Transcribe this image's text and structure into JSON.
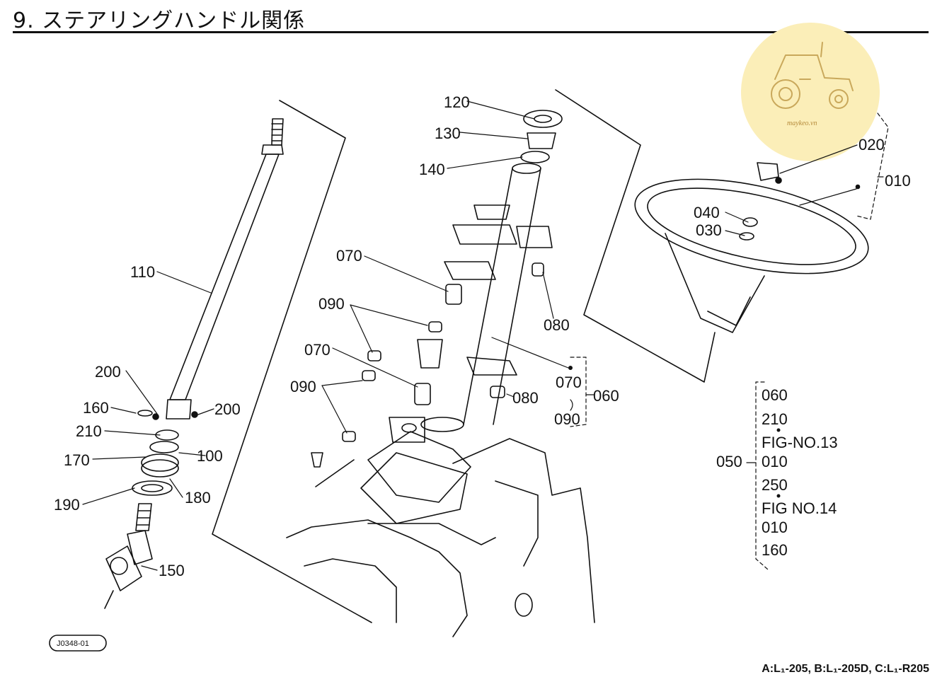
{
  "page": {
    "title": "9. ステアリングハンドル関係",
    "footer": "A:L₁-205, B:L₁-205D, C:L₁-R205",
    "figure_code": "J0348-01",
    "watermark": "maykeo.vn"
  },
  "parts": {
    "p010": "010",
    "p020": "020",
    "p030": "030",
    "p040": "040",
    "p060": "060",
    "p070a": "070",
    "p070b": "070",
    "p070c": "070",
    "p080a": "080",
    "p080b": "080",
    "p090a": "090",
    "p090b": "090",
    "p090c": "090",
    "p100": "100",
    "p110": "110",
    "p120": "120",
    "p130": "130",
    "p140": "140",
    "p150": "150",
    "p160": "160",
    "p170": "170",
    "p180": "180",
    "p190": "190",
    "p200a": "200",
    "p200b": "200",
    "p210": "210"
  },
  "reference_list": {
    "group_label": "050",
    "rows": [
      "060",
      "210",
      "FIG-NO.13",
      "010",
      "250",
      "FIG NO.14",
      "010",
      "160"
    ]
  },
  "colors": {
    "ink": "#111111",
    "watermark_fill": "#fbeeb8",
    "watermark_ink": "#b58a3a"
  }
}
